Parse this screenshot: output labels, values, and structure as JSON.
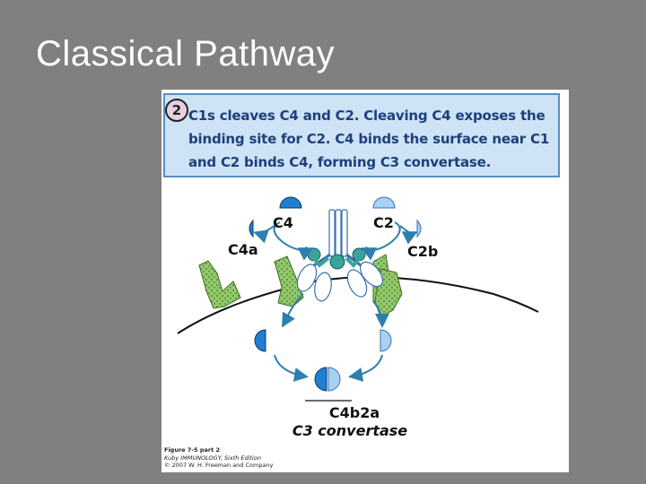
{
  "slide": {
    "title": "Classical Pathway"
  },
  "figure": {
    "step_number": "2",
    "caption": "C1s cleaves C4 and C2. Cleaving C4 exposes the\nbinding site for C2. C4 binds the surface near C1\nand C2 binds C4, forming C3 convertase.",
    "labels": {
      "c4": "C4",
      "c2": "C2",
      "c4a": "C4a",
      "c2b": "C2b",
      "c4b2a": "C4b2a",
      "c3_convertase": "C3 convertase"
    },
    "credit": {
      "figure_ref": "Figure 7-5 part 2",
      "book": "Kuby IMMUNOLOGY, Sixth Edition",
      "copyright": "© 2007 W. H. Freeman and Company"
    }
  },
  "colors": {
    "background": "#808080",
    "caption_fill": "#cfe3f7",
    "caption_border": "#5a8fc0",
    "caption_text": "#1e3f7a",
    "c4_blue": "#1f7fd0",
    "c2_light_blue": "#a9d2f2",
    "c1_teal": "#3aa39a",
    "antibody_green": "#93c86a",
    "arrow_blue": "#2d7fae"
  }
}
